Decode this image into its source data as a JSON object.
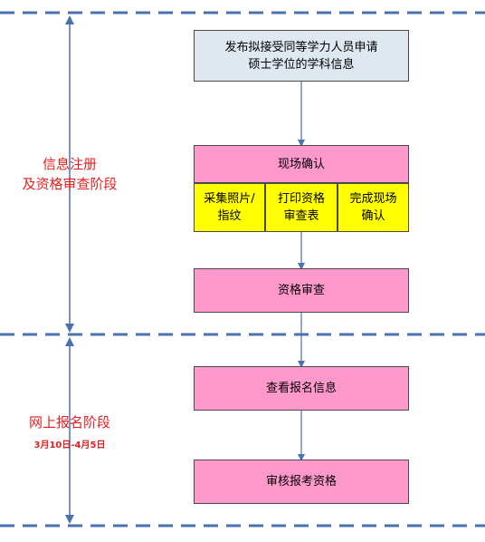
{
  "stages": [
    {
      "line1": "信息注册",
      "line2": "及资格审查阶段"
    },
    {
      "line1": "网上报名阶段",
      "date": "3月10日-4月5日"
    }
  ],
  "boxes": {
    "publish": {
      "line1": "发布拟接受同等学力人员申请",
      "line2": "硕士学位的学科信息"
    },
    "onsite": "现场确认",
    "sub1": {
      "line1": "采集照片/",
      "line2": "指纹"
    },
    "sub2": {
      "line1": "打印资格",
      "line2": "审查表"
    },
    "sub3": {
      "line1": "完成现场",
      "line2": "确认"
    },
    "review": "资格审查",
    "view_info": "查看报名信息",
    "audit": "审核报考资格"
  },
  "colors": {
    "dash": "#4a72b0",
    "arrow": "#4a72b0",
    "stage_text": "#e41f1f",
    "blue_box": "#dfe7f1",
    "pink_box": "#ff99cc",
    "yellow_box": "#ffff00"
  }
}
